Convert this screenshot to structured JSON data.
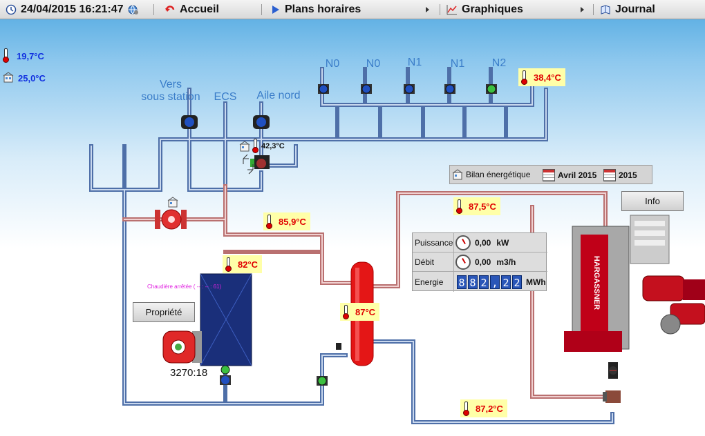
{
  "header": {
    "datetime": "24/04/2015 16:21:47",
    "nav": [
      {
        "label": "Accueil",
        "icon": "undo-arrow-icon"
      },
      {
        "label": "Plans horaires",
        "icon": "play-icon"
      },
      {
        "label": "Graphiques",
        "icon": "chart-icon"
      },
      {
        "label": "Journal",
        "icon": "book-icon"
      }
    ]
  },
  "outdoor": {
    "temp1": "19,7°C",
    "temp2": "25,0°C"
  },
  "circuits": {
    "vers_label": "Vers\nsous station",
    "ecs_label": "ECS",
    "aile_label": "Aile nord",
    "n_labels": [
      "N0",
      "N0",
      "N1",
      "N1",
      "N2"
    ]
  },
  "temps": {
    "t_n2": "38,4°C",
    "t_mix": "42,3°C",
    "t_8590": "85,9°C",
    "t_82": "82°C",
    "t_875": "87,5°C",
    "t_87": "87°C",
    "t_872": "87,2°C"
  },
  "bilan": {
    "label": "Bilan énergétique",
    "month": "Avril 2015",
    "year": "2015"
  },
  "info_button": "Info",
  "propriete_button": "Propriété",
  "boiler": {
    "status": "Chaudière arrêtée ( -- : -- : 61)",
    "counter": "3270:18",
    "brand": "HARGASSNER"
  },
  "panel": {
    "puissance_label": "Puissance",
    "puissance_value": "0,00",
    "puissance_unit": "kW",
    "debit_label": "Débit",
    "debit_value": "0,00",
    "debit_unit": "m3/h",
    "energie_label": "Energie",
    "energie_digits": [
      "8",
      "8",
      "2",
      ",",
      "2",
      "2"
    ],
    "energie_unit": "MWh"
  },
  "colors": {
    "pipe_cold": "#5a7fb5",
    "pipe_hot": "#c87878",
    "tank": "#e41010",
    "temp_bg": "#ffffa8",
    "temp_text": "#e00000"
  }
}
